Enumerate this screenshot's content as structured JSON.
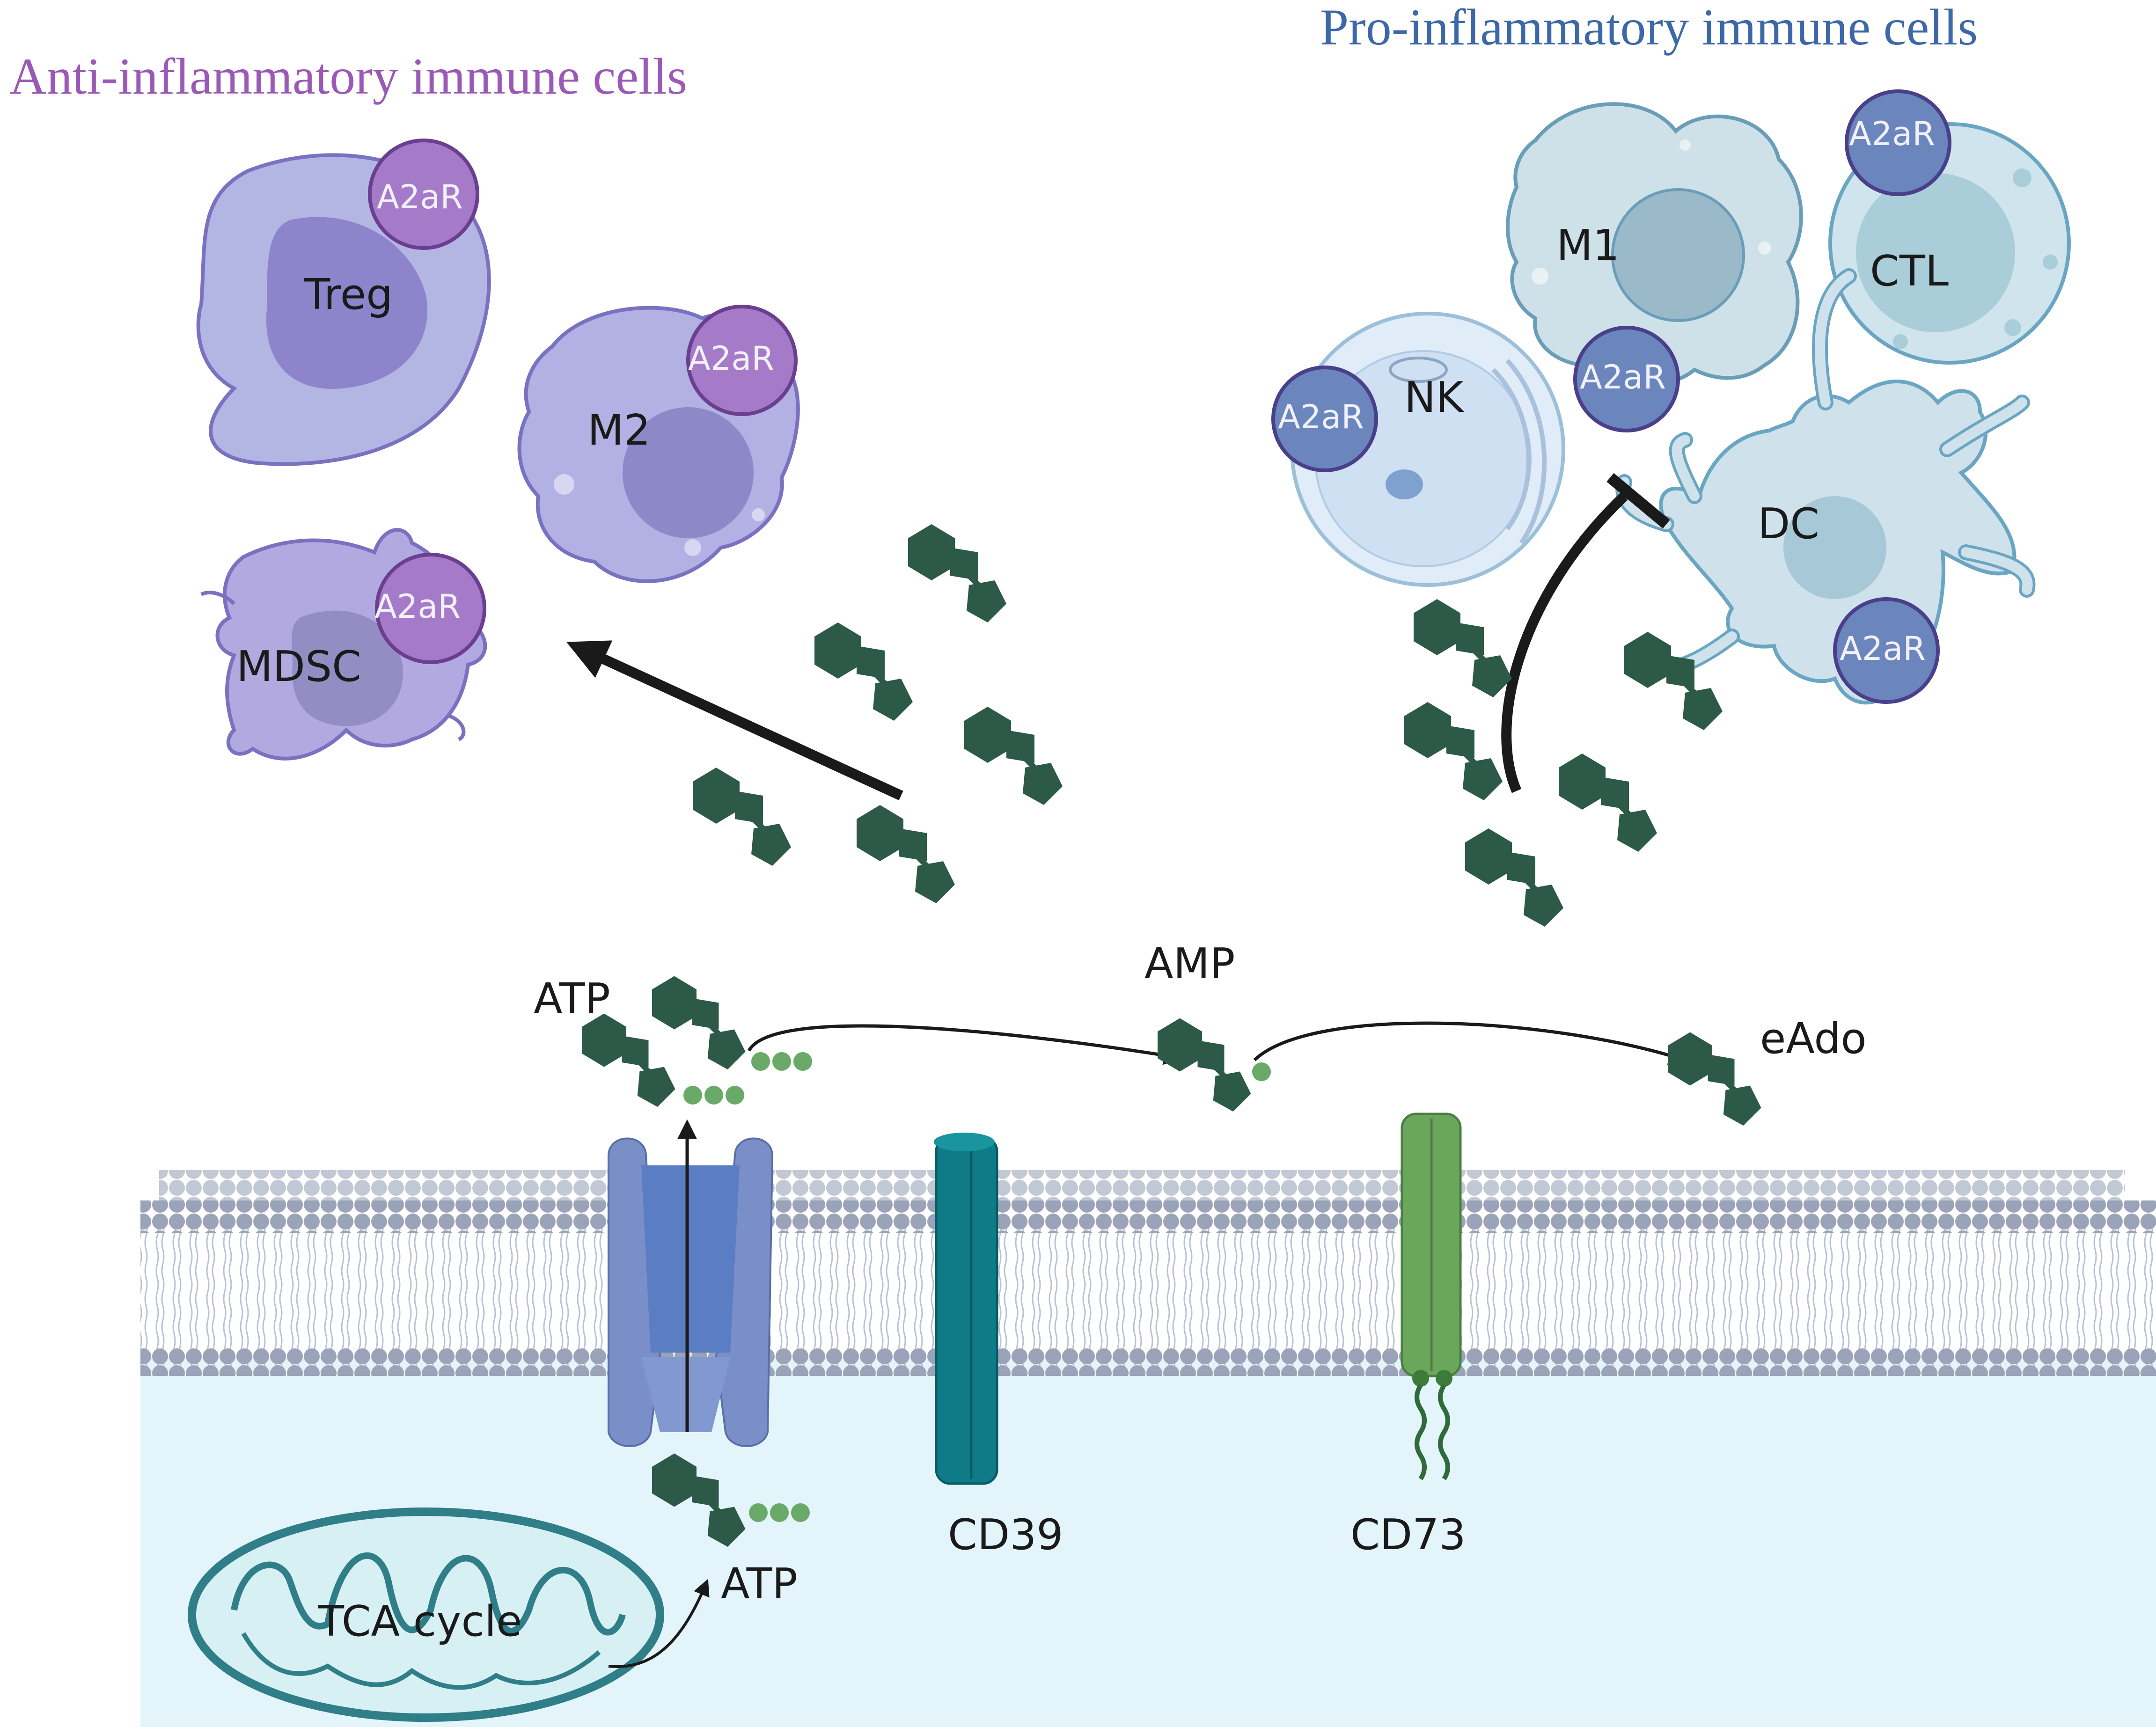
{
  "titles": {
    "anti": "Anti-inflammatory immune cells",
    "pro": "Pro-inflammatory immune cells"
  },
  "cells": {
    "treg": "Treg",
    "m2": "M2",
    "mdsc": "MDSC",
    "m1": "M1",
    "ctl": "CTL",
    "nk": "NK",
    "dc": "DC"
  },
  "receptor": "A2aR",
  "molecules": {
    "atp_top": "ATP",
    "amp": "AMP",
    "eado": "eAdo",
    "atp_bottom": "ATP"
  },
  "enzymes": {
    "cd39": "CD39",
    "cd73": "CD73"
  },
  "organelle": "TCA cycle",
  "colors": {
    "anti_title": "#9b59b6",
    "pro_title": "#3d68a8",
    "adenosine": "#2d5a48",
    "phosphate": "#6aa968",
    "cd39": "#0e7b86",
    "cd73": "#6aa65c",
    "channel": "#7a8fc8",
    "membrane_head": "#9aa3b8",
    "cytoplasm": "#e4f4fb"
  }
}
